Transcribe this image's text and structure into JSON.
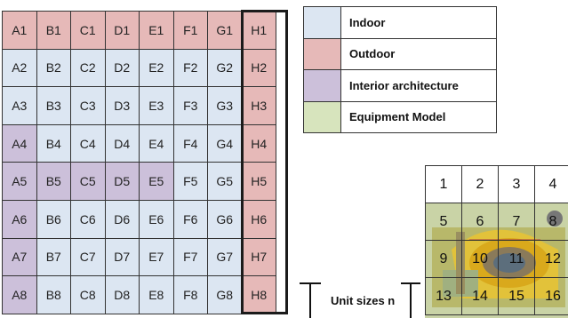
{
  "grid": {
    "columns": [
      "A",
      "B",
      "C",
      "D",
      "E",
      "F",
      "G",
      "H"
    ],
    "rows": [
      [
        [
          "A1",
          "outdoor"
        ],
        [
          "B1",
          "outdoor"
        ],
        [
          "C1",
          "outdoor"
        ],
        [
          "D1",
          "outdoor"
        ],
        [
          "E1",
          "outdoor"
        ],
        [
          "F1",
          "outdoor"
        ],
        [
          "G1",
          "outdoor"
        ],
        [
          "H1",
          "outdoor"
        ]
      ],
      [
        [
          "A2",
          "indoor"
        ],
        [
          "B2",
          "indoor"
        ],
        [
          "C2",
          "indoor"
        ],
        [
          "D2",
          "indoor"
        ],
        [
          "E2",
          "indoor"
        ],
        [
          "F2",
          "indoor"
        ],
        [
          "G2",
          "indoor"
        ],
        [
          "H2",
          "outdoor"
        ]
      ],
      [
        [
          "A3",
          "indoor"
        ],
        [
          "B3",
          "indoor"
        ],
        [
          "C3",
          "indoor"
        ],
        [
          "D3",
          "indoor"
        ],
        [
          "E3",
          "indoor"
        ],
        [
          "F3",
          "indoor"
        ],
        [
          "G3",
          "indoor"
        ],
        [
          "H3",
          "outdoor"
        ]
      ],
      [
        [
          "A4",
          "interior"
        ],
        [
          "B4",
          "indoor"
        ],
        [
          "C4",
          "indoor"
        ],
        [
          "D4",
          "indoor"
        ],
        [
          "E4",
          "indoor"
        ],
        [
          "F4",
          "indoor"
        ],
        [
          "G4",
          "indoor"
        ],
        [
          "H4",
          "outdoor"
        ]
      ],
      [
        [
          "A5",
          "interior"
        ],
        [
          "B5",
          "interior"
        ],
        [
          "C5",
          "interior"
        ],
        [
          "D5",
          "interior"
        ],
        [
          "E5",
          "interior"
        ],
        [
          "F5",
          "indoor"
        ],
        [
          "G5",
          "indoor"
        ],
        [
          "H5",
          "outdoor"
        ]
      ],
      [
        [
          "A6",
          "interior"
        ],
        [
          "B6",
          "indoor"
        ],
        [
          "C6",
          "indoor"
        ],
        [
          "D6",
          "indoor"
        ],
        [
          "E6",
          "indoor"
        ],
        [
          "F6",
          "indoor"
        ],
        [
          "G6",
          "indoor"
        ],
        [
          "H6",
          "outdoor"
        ]
      ],
      [
        [
          "A7",
          "interior"
        ],
        [
          "B7",
          "indoor"
        ],
        [
          "C7",
          "indoor"
        ],
        [
          "D7",
          "indoor"
        ],
        [
          "E7",
          "indoor"
        ],
        [
          "F7",
          "indoor"
        ],
        [
          "G7",
          "indoor"
        ],
        [
          "H7",
          "outdoor"
        ]
      ],
      [
        [
          "A8",
          "interior"
        ],
        [
          "B8",
          "indoor"
        ],
        [
          "C8",
          "indoor"
        ],
        [
          "D8",
          "indoor"
        ],
        [
          "E8",
          "indoor"
        ],
        [
          "F8",
          "indoor"
        ],
        [
          "G8",
          "indoor"
        ],
        [
          "H8",
          "outdoor"
        ]
      ]
    ]
  },
  "legend": [
    {
      "label": "Indoor",
      "key": "indoor",
      "color": "#dce6f2"
    },
    {
      "label": "Outdoor",
      "key": "outdoor",
      "color": "#e6b9b8"
    },
    {
      "label": "Interior architecture",
      "key": "interior",
      "color": "#ccc0da"
    },
    {
      "label": "Equipment Model",
      "key": "equip",
      "color": "#d7e4bd"
    }
  ],
  "annotation": {
    "unit_sizes_label": "Unit sizes n"
  },
  "sample_grid": {
    "cells": [
      "1",
      "2",
      "3",
      "4",
      "5",
      "6",
      "7",
      "8",
      "9",
      "10",
      "11",
      "12",
      "13",
      "14",
      "15",
      "16"
    ]
  }
}
